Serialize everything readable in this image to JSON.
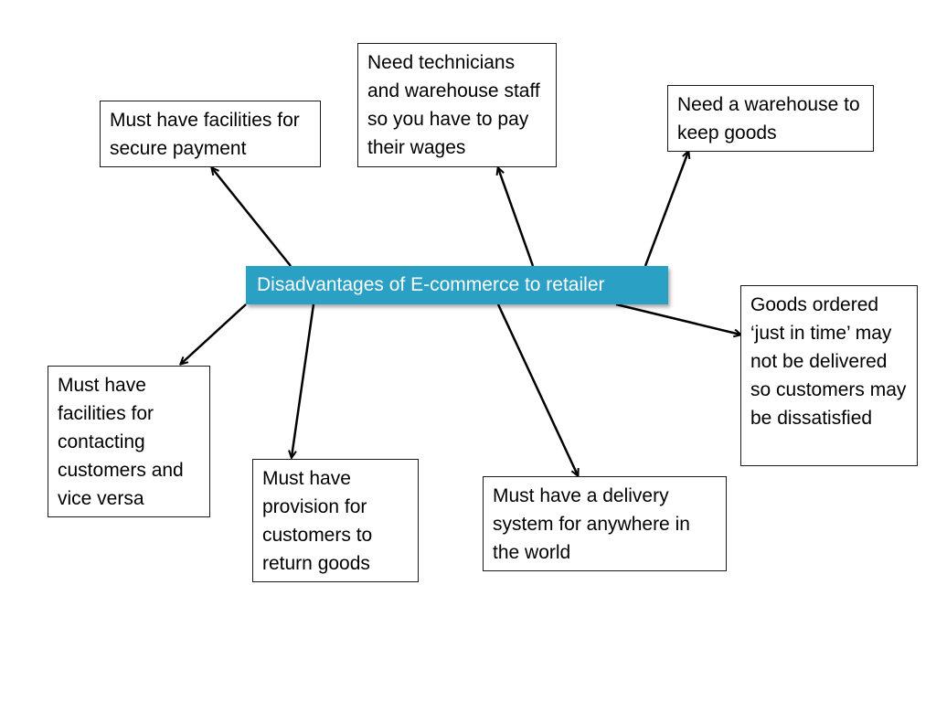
{
  "diagram": {
    "center_label": "Disadvantages of E-commerce to retailer",
    "nodes": {
      "secure_payment": "Must have facilities for secure payment",
      "technicians": "Need technicians and warehouse staff so you have to pay their wages",
      "warehouse": "Need a warehouse to keep goods",
      "just_in_time": "Goods ordered ‘just in time’ may not be delivered so customers may be dissatisfied",
      "contacting": "Must have facilities for contacting customers and vice versa",
      "return_goods": "Must have provision for customers to return goods",
      "delivery": "Must have a delivery system for anywhere in the world"
    }
  },
  "colors": {
    "center_fill": "#2aa0c4",
    "center_text": "#ffffff",
    "box_border": "#1a1a1a",
    "arrow": "#000000"
  }
}
